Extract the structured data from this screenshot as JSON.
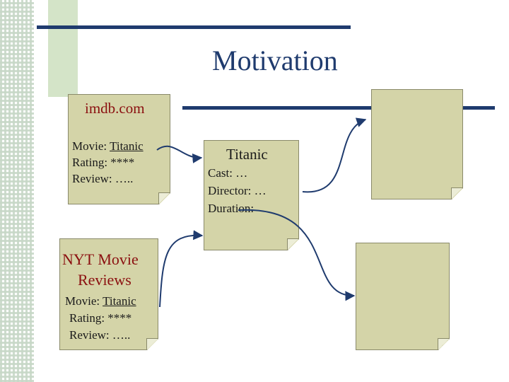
{
  "title": "Motivation",
  "colors": {
    "title": "#1f3b6e",
    "note_fill": "#d4d4a8",
    "site_label": "#8b1010",
    "accent_rule": "#1f3b6e"
  },
  "notes": {
    "imdb": {
      "site": "imdb.com",
      "movie_label": "Movie: ",
      "movie_value": "Titanic",
      "rating": "Rating: ****",
      "review": "Review: ….."
    },
    "nyt": {
      "site_line1": "NYT Movie",
      "site_line2": "Reviews",
      "movie_label": "Movie: ",
      "movie_value": "Titanic",
      "rating": "Rating: ****",
      "review": "Review: ….."
    },
    "center": {
      "heading": "Titanic",
      "cast": "Cast: …",
      "director": "Director: …",
      "duration": "Duration: "
    }
  }
}
